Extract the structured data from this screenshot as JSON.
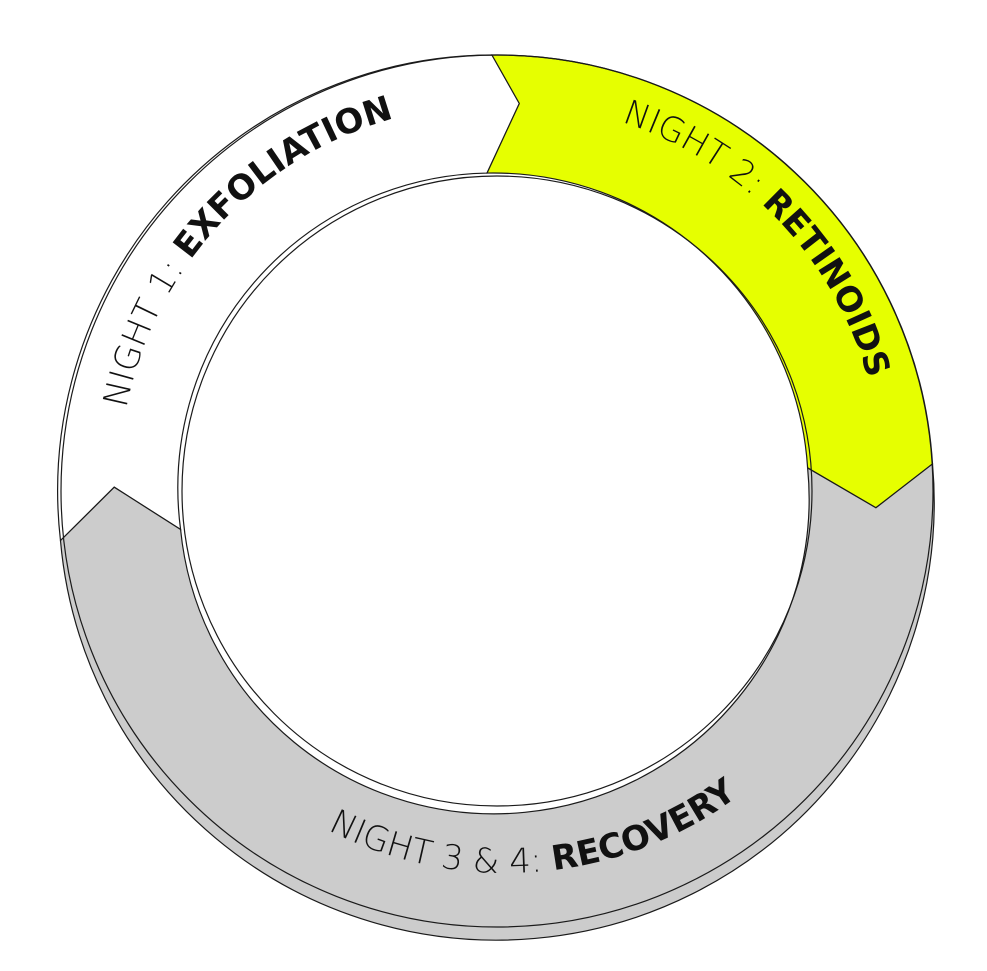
{
  "diagram": {
    "type": "cycle",
    "steps": [
      {
        "key": "night1",
        "prefix": "NIGHT 1: ",
        "name": "EXFOLIATION",
        "fill": "#ffffff"
      },
      {
        "key": "night2",
        "prefix": "NIGHT 2: ",
        "name": "RETINOIDS",
        "fill": "#e6ff00"
      },
      {
        "key": "night34",
        "prefix": "NIGHT 3 & 4: ",
        "name": "RECOVERY",
        "fill": "#cccccc"
      }
    ]
  }
}
